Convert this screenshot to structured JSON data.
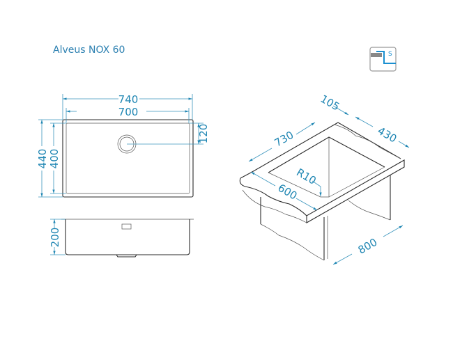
{
  "title": "Alveus NOX 60",
  "icon": {
    "name": "undermount-sink-icon",
    "letter": "S"
  },
  "top_view": {
    "outer_width": "740",
    "inner_width": "700",
    "outer_depth": "440",
    "inner_depth": "400",
    "drain_offset": "120"
  },
  "side_view": {
    "depth": "200"
  },
  "iso_view": {
    "rim": "105",
    "bowl_length": "730",
    "bowl_width": "430",
    "cabinet_min": "600",
    "corner_radius": "R10",
    "cabinet_width": "800"
  },
  "colors": {
    "dimension": "#1f86b3",
    "title": "#2a7fb0",
    "icon_accent": "#1a8fd0"
  }
}
